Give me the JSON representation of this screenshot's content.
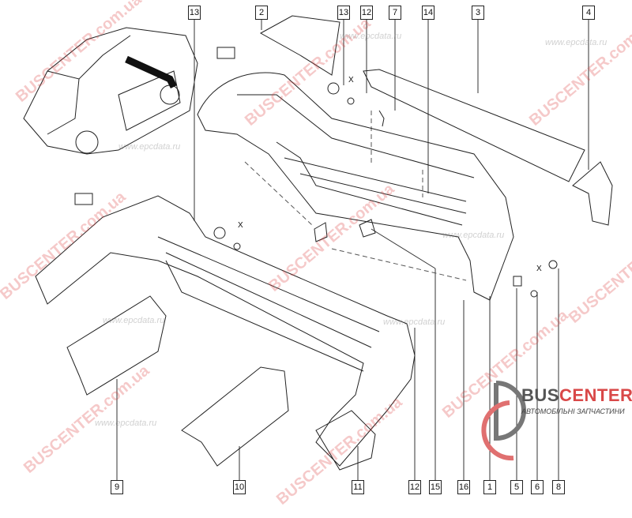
{
  "diagram": {
    "title_callouts_top": [
      "13",
      "2",
      "13",
      "12",
      "7",
      "14",
      "3",
      "4"
    ],
    "callouts_bottom": [
      "9",
      "10",
      "11",
      "12",
      "15",
      "16",
      "1",
      "5",
      "6",
      "8"
    ],
    "x_markers": [
      "X",
      "X",
      "X"
    ]
  },
  "logo": {
    "brand_part1": "BUS",
    "brand_part2": "CENTER",
    "subtitle": "АВТОМОБІЛЬНІ ЗАПЧАСТИНИ"
  },
  "watermarks": {
    "buscenter": "BUSCENTER.com.ua",
    "epcdata": "www.epcdata.ru"
  },
  "colors": {
    "accent": "#d94848",
    "line": "#222222"
  }
}
